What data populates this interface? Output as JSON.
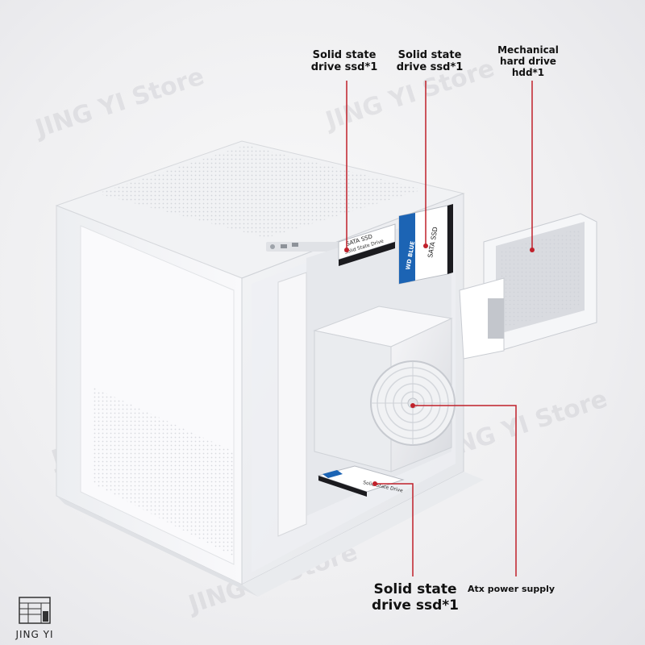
{
  "callouts": {
    "ssd_top_left": "Solid state\ndrive ssd*1",
    "ssd_top_right": "Solid state\ndrive ssd*1",
    "hdd": "Mechanical\nhard drive\nhdd*1",
    "ssd_bottom": "Solid state\ndrive ssd*1",
    "psu": "Atx power supply"
  },
  "product_labels": {
    "ssd_a": "SATA SSD",
    "ssd_a_sub": "Solid State Drive",
    "ssd_b_brand": "WD BLUE",
    "ssd_b": "SATA SSD",
    "ssd_c": "Solid State Drive"
  },
  "watermark": "JING YI Store",
  "brand": {
    "name": "JING YI"
  },
  "colors": {
    "callout_line": "#c0202a",
    "case": "#f4f4f6",
    "wd_blue": "#1c64b4"
  }
}
